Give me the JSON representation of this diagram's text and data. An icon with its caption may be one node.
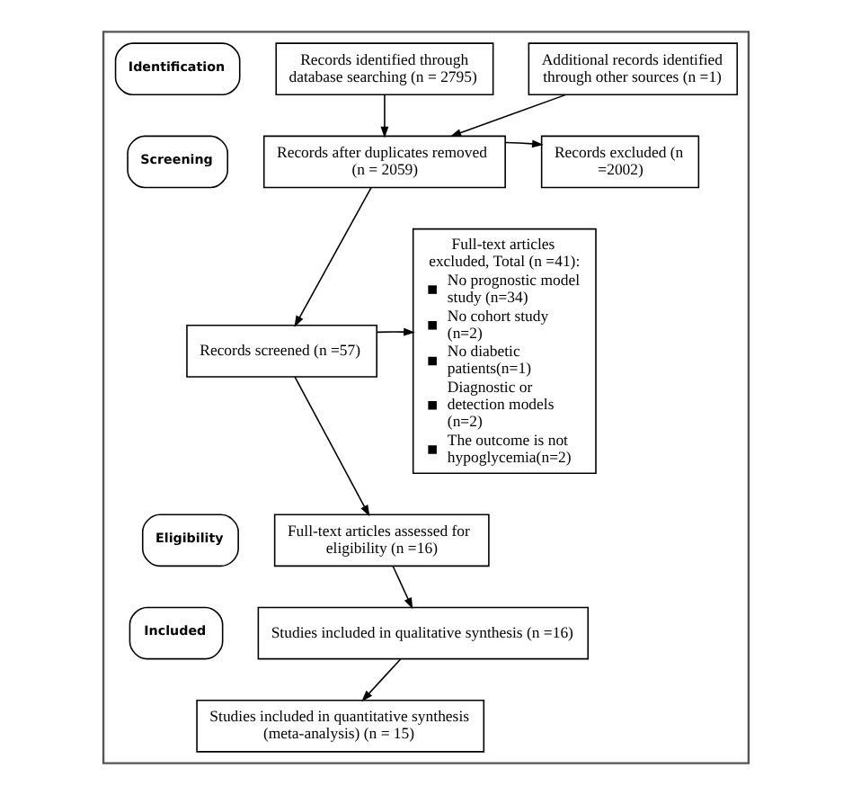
{
  "diagram": {
    "nodes": [
      {
        "text": [],
        "shape": "box"
      },
      {
        "text": [
          "Identification"
        ],
        "in": 0
      },
      {
        "text": [
          "Screening"
        ],
        "in": 0
      },
      {
        "text": [
          "Eligibility"
        ],
        "in": 0
      },
      {
        "text": [
          "Included"
        ],
        "in": 0
      },
      {
        "text": [
          "Records identified through database searching (n = 2795)"
        ],
        "in": 0
      },
      {
        "text": [
          "Additional records identified through other sources (n =1)"
        ],
        "in": 0
      },
      {
        "text": [
          "Records after duplicates removed (n = 2059)"
        ],
        "in": 0
      },
      {
        "text": [
          "Records excluded (n =2002)"
        ],
        "in": 0
      },
      {
        "text": [
          "Records screened (n =57)"
        ],
        "in": 0
      },
      {
        "text": [
          "Full-text articles excluded, Total (n =41):",
          "No prognostic model study (n=34)",
          "No cohort study (n=2)",
          "No diabetic patients(n=1)",
          "Diagnostic or detection models (n=2)",
          "The outcome is not hypoglycemia(n=2)"
        ],
        "in": 0
      },
      {
        "text": [
          "Full-text articles assessed for eligibility (n =16)"
        ],
        "in": 0
      },
      {
        "text": [
          "Studies included in qualitative synthesis (n =16)"
        ],
        "in": 0
      },
      {
        "text": [
          "Studies included in quantitative synthesis (meta-analysis) (n = 15)"
        ],
        "in": 0
      }
    ],
    "edges": [
      {
        "from": 5,
        "to": 7,
        "arrow": "to"
      },
      {
        "from": 6,
        "to": 7,
        "arrow": "to"
      },
      {
        "from": 7,
        "to": 8,
        "arrow": "to"
      },
      {
        "from": 7,
        "to": 9,
        "arrow": "to"
      },
      {
        "from": 9,
        "to": 10,
        "arrow": "to"
      },
      {
        "from": 9,
        "to": 11,
        "arrow": "to"
      },
      {
        "from": 11,
        "to": 12,
        "arrow": "to"
      },
      {
        "from": 12,
        "to": 13,
        "arrow": "to"
      }
    ]
  }
}
